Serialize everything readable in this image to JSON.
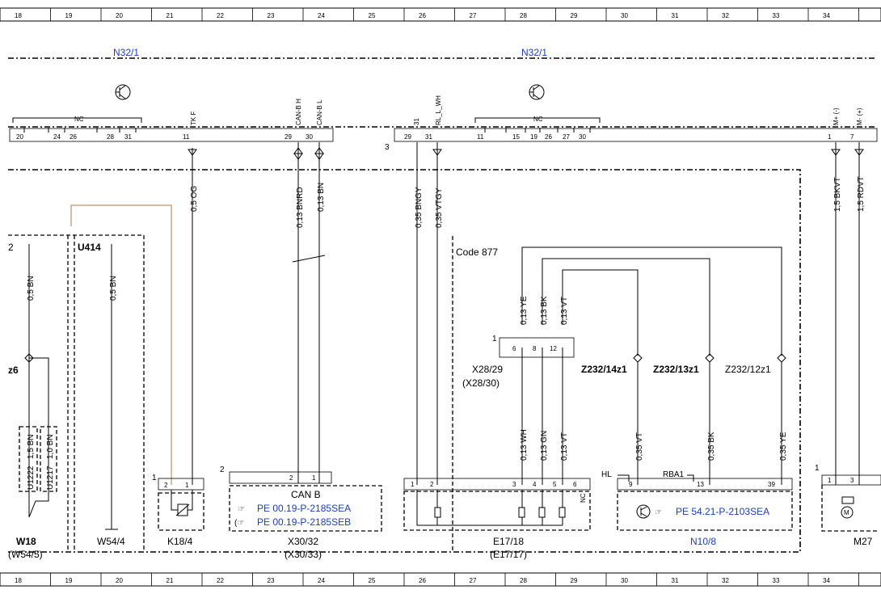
{
  "grid_columns": [
    "18",
    "19",
    "20",
    "21",
    "22",
    "23",
    "24",
    "25",
    "26",
    "27",
    "28",
    "29",
    "30",
    "31",
    "32",
    "33",
    "34"
  ],
  "units": {
    "left": "N32/1",
    "right": "N32/1"
  },
  "top_left_pins": {
    "label_nc": "NC",
    "numbers": [
      "20",
      "24",
      "26",
      "28",
      "31",
      "11",
      "29",
      "30"
    ],
    "pin_labels": [
      "TK F",
      "CAN-B H",
      "CAN-B L"
    ]
  },
  "top_mid_pins": {
    "prefix": "3",
    "numbers": [
      "29",
      "31"
    ],
    "pin_labels": [
      "31",
      "RL_L_WH"
    ]
  },
  "top_right_pins": {
    "label_nc": "NC",
    "numbers": [
      "11",
      "15",
      "19",
      "26",
      "27",
      "30",
      "1",
      "7"
    ],
    "pin_labels": [
      "M+ (-)",
      "M- (+)"
    ]
  },
  "wires": {
    "og": "0,5 OG",
    "bnrd": "0,13 BNRD",
    "bn": "0,13 BN",
    "bngy": "0,35 BNGY",
    "vtgy": "0,35 VTGY",
    "bkvt": "1,5 BKVT",
    "rdvt": "1,5 RDVT",
    "bn_left": "0,5 BN",
    "bn_u414": "0,5 BN",
    "ye": "0,13 YE",
    "bk": "0,13 BK",
    "vt": "0,13 VT",
    "wh": "0,13 WH",
    "gn": "0,13 GN",
    "vt2": "0,13 VT",
    "vt35": "0,35 VT",
    "bk35": "0,35 BK",
    "ye35": "0,35 YE",
    "bn15": "1,5 BN",
    "bn10": "1,0 BN"
  },
  "left_labels": {
    "z2": "2",
    "z6": "z6",
    "u414": "U414",
    "u1222": "U1222",
    "u1217": "U1217"
  },
  "code": "Code 877",
  "connector_x28": {
    "name": "X28/29",
    "alt": "(X28/30)",
    "pin1": "1",
    "pins": [
      "6",
      "8",
      "12"
    ]
  },
  "splices": [
    "Z232/14z1",
    "Z232/13z1",
    "Z232/12z1"
  ],
  "bottom": {
    "w18": "W18",
    "w18_alt": "(W54/5)",
    "w54": "W54/4",
    "k18": "K18/4",
    "k18_num": "1",
    "k18_pins": [
      "2",
      "1"
    ],
    "x30_num": "2",
    "x30_pins": [
      "2",
      "1"
    ],
    "can_b": "CAN B",
    "x30_ref1": "PE 00.19-P-2185SEA",
    "x30_ref2": "PE 00.19-P-2185SEB",
    "x30": "X30/32",
    "x30_alt": "(X30/33)",
    "e17_pins": [
      "1",
      "2",
      "3",
      "4",
      "5",
      "6"
    ],
    "e17_nc": "NC",
    "e17": "E17/18",
    "e17_alt": "(E17/17)",
    "hl": "HL",
    "rba1": "RBA1",
    "n10_pins": [
      "9",
      "13",
      "39"
    ],
    "n10_ref": "PE 54.21-P-2103SEA",
    "n10": "N10/8",
    "m27_num": "1",
    "m27_pins": [
      "1",
      "3"
    ],
    "m27": "M27"
  }
}
